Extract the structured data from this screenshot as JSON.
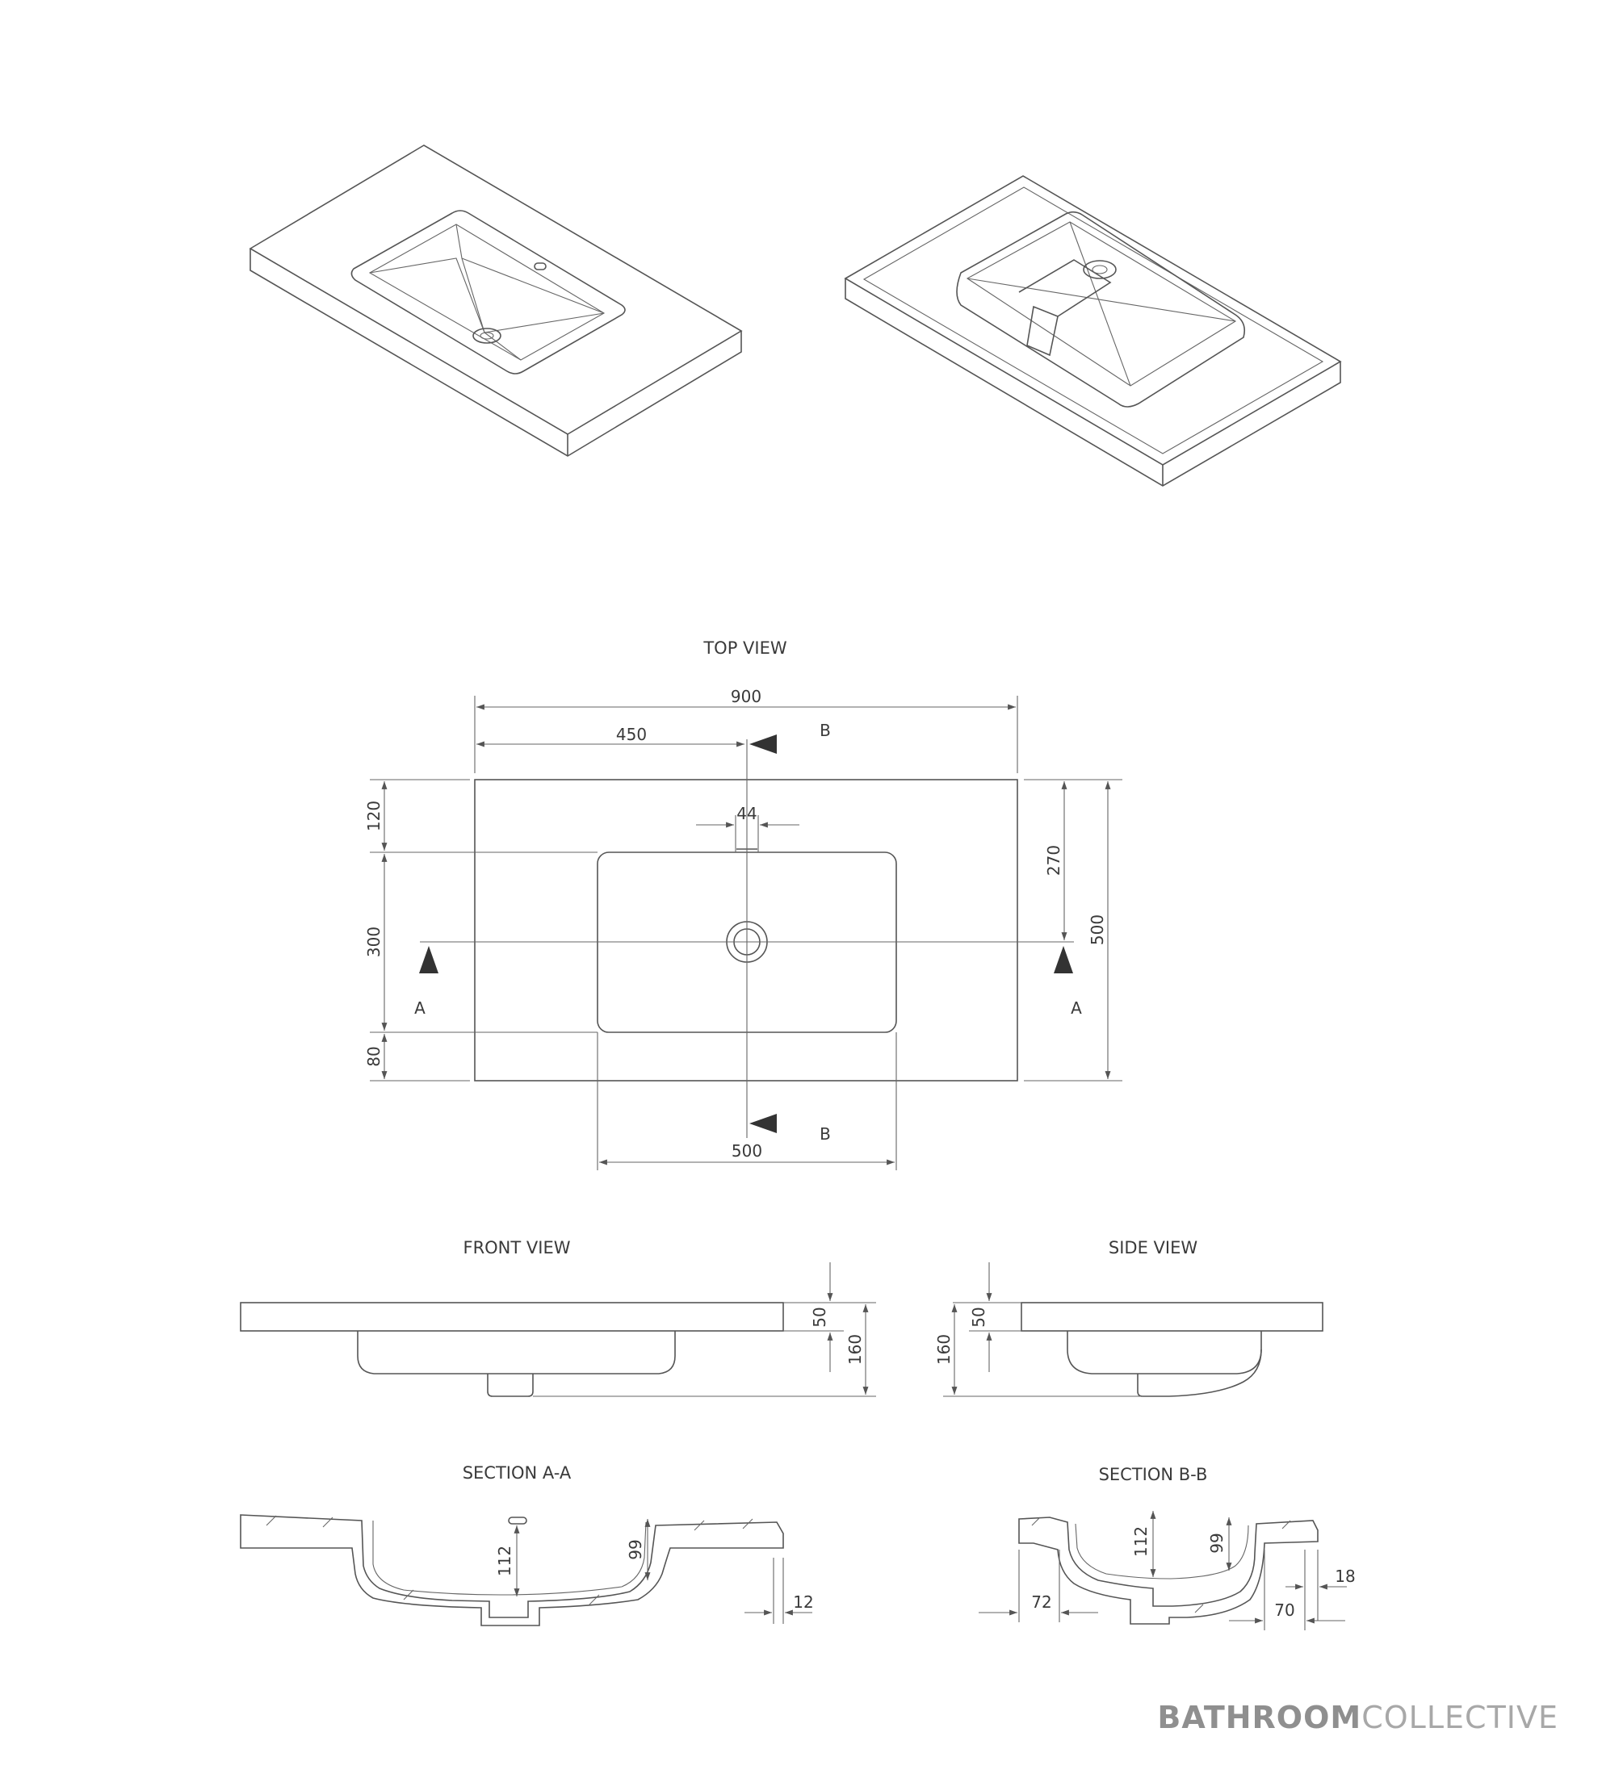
{
  "views": {
    "top": "TOP VIEW",
    "front": "FRONT VIEW",
    "side": "SIDE VIEW",
    "section_a": "SECTION A-A",
    "section_b": "SECTION B-B"
  },
  "section_markers": {
    "a": "A",
    "b": "B"
  },
  "dimensions": {
    "overall_width": "900",
    "half_width": "450",
    "outlet_width": "44",
    "basin_width": "500",
    "back_margin": "120",
    "basin_depth": "300",
    "front_margin": "80",
    "outlet_offset": "270",
    "overall_depth": "500",
    "front_thickness": "50",
    "front_height": "160",
    "side_thickness": "50",
    "side_height": "160",
    "sec_a_depth": "112",
    "sec_a_inner": "99",
    "sec_a_lip": "12",
    "sec_b_depth": "112",
    "sec_b_inner": "99",
    "sec_b_left": "72",
    "sec_b_right": "70",
    "sec_b_lip": "18"
  },
  "brand": {
    "bold": "BATHROOM",
    "light": "COLLECTIVE"
  }
}
